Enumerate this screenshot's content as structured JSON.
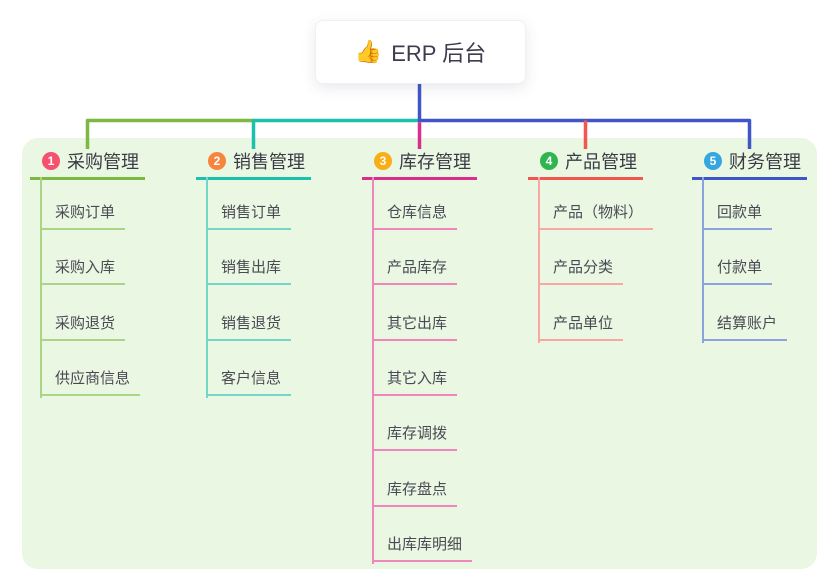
{
  "root": {
    "icon": "👍",
    "label": "ERP 后台"
  },
  "colors": {
    "canvas_bg": "#ffffff",
    "panel_bg": "#eaf7e2",
    "root_line": "#4156c6",
    "title_text": "#3b3b47",
    "child_text": "#4a4a54"
  },
  "branches": [
    {
      "number": "1",
      "label": "采购管理",
      "badge_color": "#f4526e",
      "line_color": "#7db843",
      "child_line_color": "#a9d587",
      "children": [
        "采购订单",
        "采购入库",
        "采购退货",
        "供应商信息"
      ]
    },
    {
      "number": "2",
      "label": "销售管理",
      "badge_color": "#f7853e",
      "line_color": "#1dbfad",
      "child_line_color": "#74d6c8",
      "children": [
        "销售订单",
        "销售出库",
        "销售退货",
        "客户信息"
      ]
    },
    {
      "number": "3",
      "label": "库存管理",
      "badge_color": "#f9ae17",
      "line_color": "#d92e8c",
      "child_line_color": "#ef87bd",
      "children": [
        "仓库信息",
        "产品库存",
        "其它出库",
        "其它入库",
        "库存调拨",
        "库存盘点",
        "出库库明细"
      ]
    },
    {
      "number": "4",
      "label": "产品管理",
      "badge_color": "#2eb54f",
      "line_color": "#f2564e",
      "child_line_color": "#f8a8a1",
      "children": [
        "产品（物料）",
        "产品分类",
        "产品单位"
      ]
    },
    {
      "number": "5",
      "label": "财务管理",
      "badge_color": "#34a7e0",
      "line_color": "#4156c6",
      "child_line_color": "#8aa2de",
      "children": [
        "回款单",
        "付款单",
        "结算账户"
      ]
    }
  ]
}
